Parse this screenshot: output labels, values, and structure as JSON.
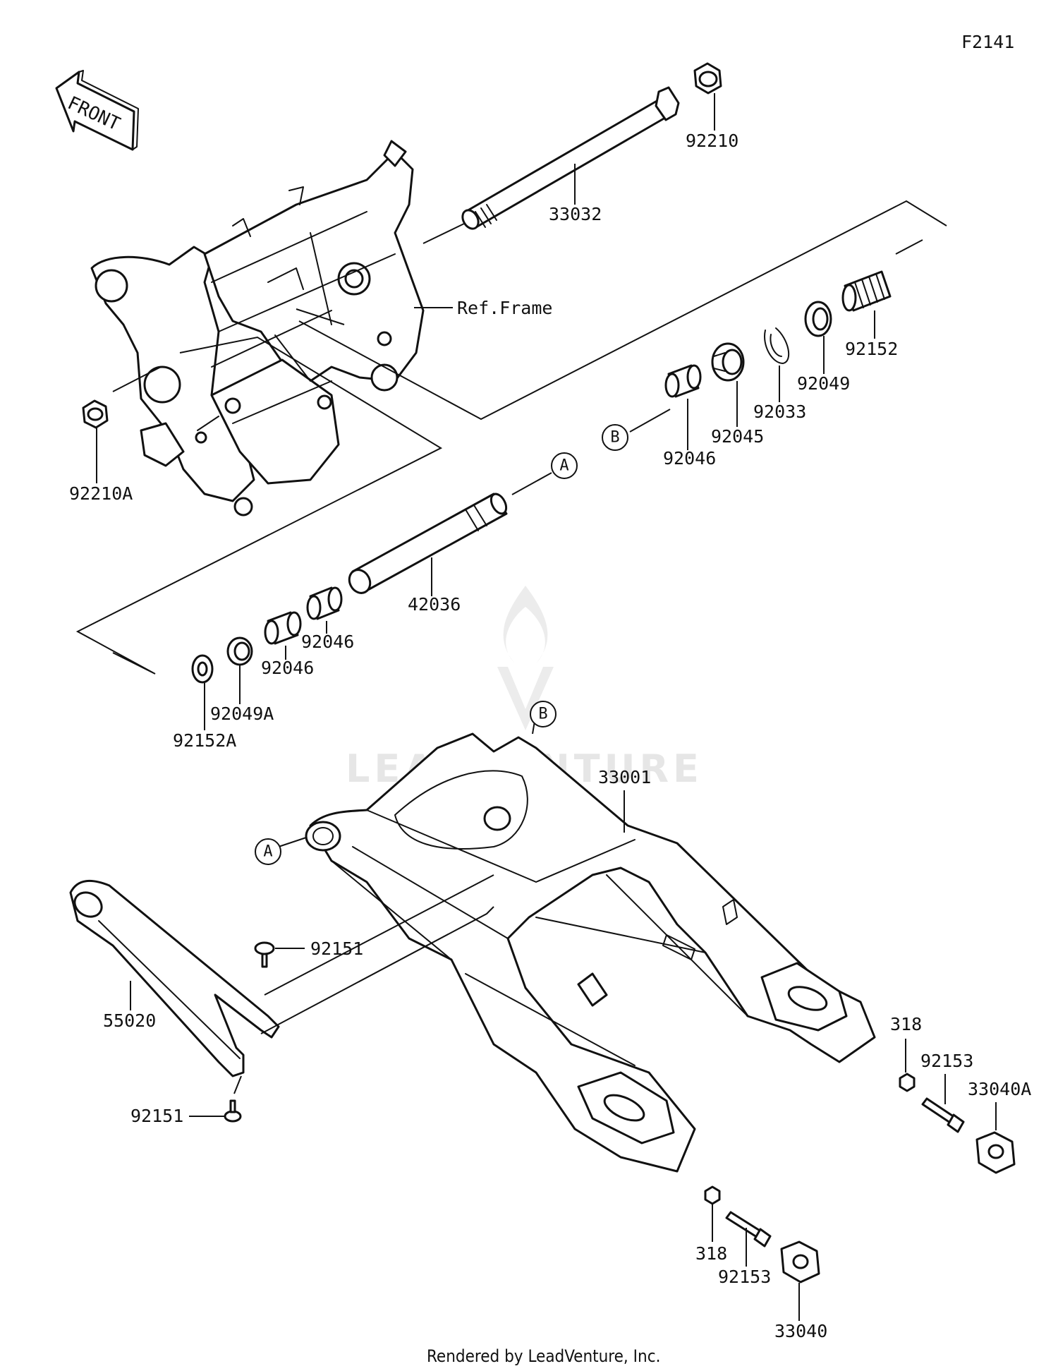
{
  "diagram_code": "F2141",
  "front_arrow_text": "FRONT",
  "ref_frame_label": "Ref.Frame",
  "footer": "Rendered by LeadVenture, Inc.",
  "watermark_text": "LEADVENTURE",
  "callouts": {
    "a": "A",
    "b": "B"
  },
  "part_labels": {
    "p92210": "92210",
    "p33032": "33032",
    "p92210A": "92210A",
    "p92152": "92152",
    "p92049": "92049",
    "p92033": "92033",
    "p92045": "92045",
    "p92046_top": "92046",
    "p42036": "42036",
    "p92046_mid": "92046",
    "p92046_low": "92046",
    "p92049A": "92049A",
    "p92152A": "92152A",
    "p33001": "33001",
    "p92151_top": "92151",
    "p55020": "55020",
    "p92151_low": "92151",
    "p318_right": "318",
    "p92153_right": "92153",
    "p33040A": "33040A",
    "p318_low": "318",
    "p92153_low": "92153",
    "p33040": "33040"
  }
}
